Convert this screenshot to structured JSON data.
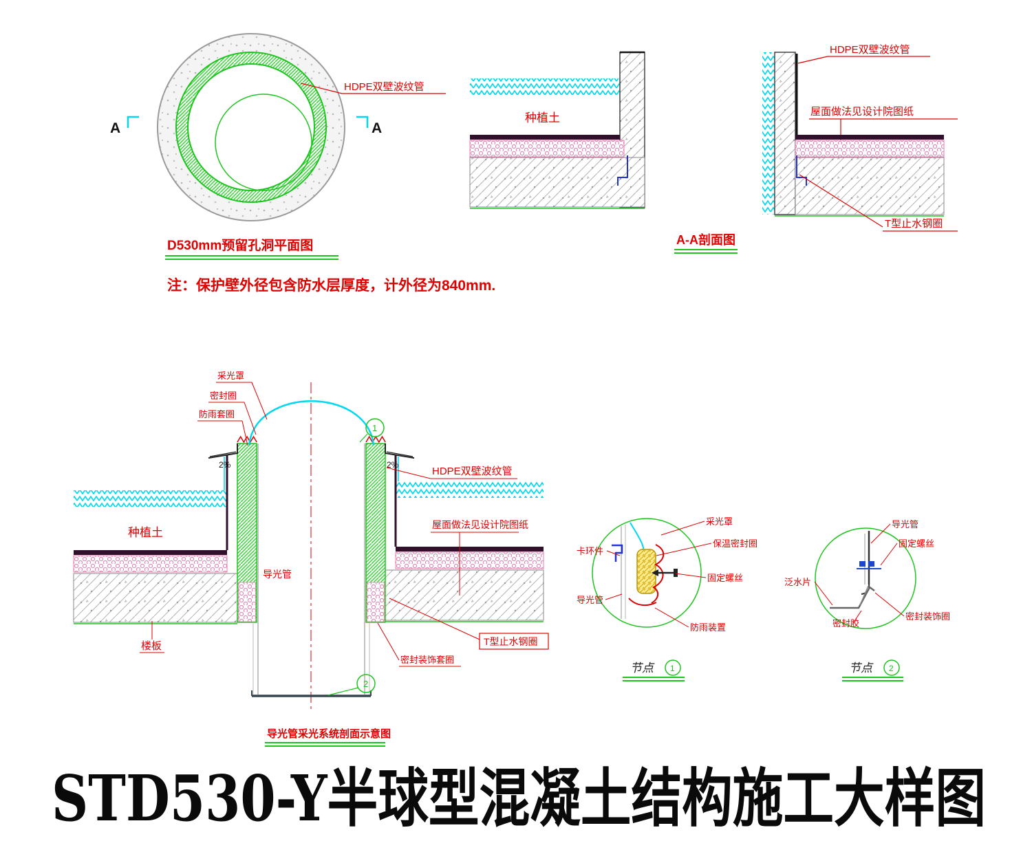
{
  "colors": {
    "red": "#e00000",
    "green": "#1ec41e",
    "cyan": "#00d8ee",
    "pink": "#e87bb0",
    "blue": "#2233cc",
    "yellow": "#ffe98a",
    "dark_layer": "#30102a"
  },
  "plan_view": {
    "marker_left": "A",
    "marker_right": "A",
    "pipe_label": "HDPE双壁波纹管",
    "caption": "D530mm预留孔洞平面图",
    "note": "注：保护壁外径包含防水层厚度，计外径为840mm."
  },
  "section_aa": {
    "soil": "种植土",
    "caption": "A-A剖面图"
  },
  "section_right": {
    "pipe_label": "HDPE双壁波纹管",
    "roof_note": "屋面做法见设计院图纸",
    "t_ring": "T型止水钢圈"
  },
  "main_section": {
    "dome_cover": "采光罩",
    "seal_ring": "密封圈",
    "rain_collar": "防雨套圈",
    "slope_left": "2%",
    "slope_right": "2%",
    "soil": "种植土",
    "light_pipe": "导光管",
    "hdpe": "HDPE双壁波纹管",
    "roof_note": "屋面做法见设计院图纸",
    "slab": "楼板",
    "t_ring": "T型止水钢圈",
    "deco_collar": "密封装饰套圈",
    "callout_1": "1",
    "callout_2": "2",
    "caption": "导光管采光系统剖面示意图"
  },
  "node1": {
    "dome_cover": "采光罩",
    "insulation_seal": "保温密封圈",
    "clamp": "卡环件",
    "screw": "固定螺丝",
    "light_pipe": "导光管",
    "rain_device": "防雨装置",
    "caption": "节点",
    "num": "1"
  },
  "node2": {
    "light_pipe": "导光管",
    "screw": "固定螺丝",
    "flashing": "泛水片",
    "deco_ring": "密封装饰圈",
    "sealant": "密封胶",
    "caption": "节点",
    "num": "2"
  },
  "title": "STD530-Y半球型混凝土结构施工大样图"
}
